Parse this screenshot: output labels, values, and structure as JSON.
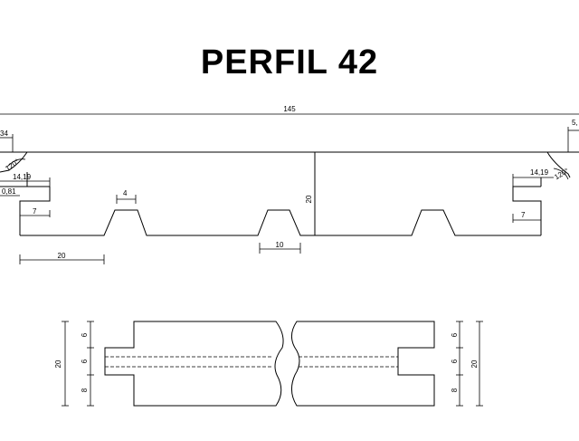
{
  "title": "PERFIL 42",
  "profile": {
    "overall_width": "145",
    "left_edge_dim": "34",
    "right_edge_dim": "5,",
    "left_angle": "120°",
    "right_angle": "120°",
    "left_tongue_length": "14,19",
    "right_tongue_length": "14,19",
    "left_offset": "0,81",
    "left_tongue_height": "7",
    "right_tongue_height": "7",
    "rib_top_width": "4",
    "center_height": "20",
    "rib_base_width": "10",
    "left_flat_width": "20"
  },
  "section": {
    "total_thickness_left": "20",
    "total_thickness_right": "20",
    "layer_top": "6",
    "layer_middle": "6",
    "layer_bottom": "8"
  }
}
